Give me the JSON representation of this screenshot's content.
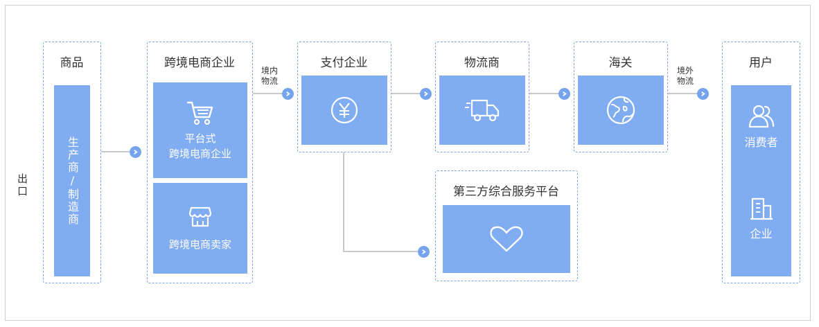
{
  "side_label": "出口",
  "groups": {
    "goods": {
      "title": "商品",
      "card_text": "生产商/制造商"
    },
    "ecommerce": {
      "title": "跨境电商企业",
      "card1_line1": "平台式",
      "card1_line2": "跨境电商企业",
      "card2_text": "跨境电商卖家"
    },
    "payment": {
      "title": "支付企业"
    },
    "logistics": {
      "title": "物流商"
    },
    "customs": {
      "title": "海关"
    },
    "users": {
      "title": "用户",
      "card1_text": "消费者",
      "card2_text": "企业"
    },
    "third_party": {
      "title": "第三方综合服务平台"
    }
  },
  "edges": {
    "domestic_line1": "境内",
    "domestic_line2": "物流",
    "foreign_line1": "境外",
    "foreign_line2": "物流"
  },
  "icons": {
    "cart": "cart-icon",
    "store": "store-icon",
    "yen": "yen-icon",
    "truck": "truck-icon",
    "globe": "globe-icon",
    "heart": "heart-icon",
    "users": "users-icon",
    "building": "building-icon",
    "chevron": "chevron-right-icon"
  },
  "colors": {
    "card": "#80acf2",
    "border": "#7aa6e6",
    "arrow": "#76a4ec",
    "line": "#c8c8c8"
  }
}
